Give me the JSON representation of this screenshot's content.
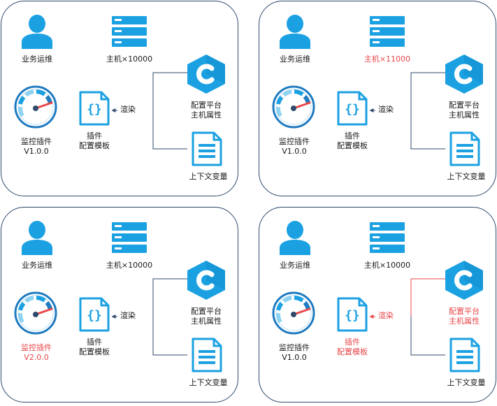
{
  "colors": {
    "blue": "#1ba1e2",
    "light_blue": "#8fd3f3",
    "dark_blue": "#1f7ac0",
    "red": "#e8474a",
    "line": "#2f4a6b",
    "border": "#2f4a6b"
  },
  "icons": {
    "user": "user-icon",
    "server": "server-icon",
    "gauge": "gauge-icon",
    "template": "code-braces-file-icon",
    "platform": "c-hexagon-icon",
    "document": "document-icon"
  },
  "panels": [
    {
      "ops_label": "业务运维",
      "host_label": "主机×10000",
      "host_highlight": false,
      "plugin_label": "监控插件",
      "plugin_version": "V1.0.0",
      "plugin_highlight": false,
      "template_label_1": "插件",
      "template_label_2": "配置模板",
      "template_highlight": false,
      "render_label": "渲染",
      "render_highlight": false,
      "platform_label_1": "配置平台",
      "platform_label_2": "主机属性",
      "platform_highlight": false,
      "context_label": "上下文变量"
    },
    {
      "ops_label": "业务运维",
      "host_label": "主机×11000",
      "host_highlight": true,
      "plugin_label": "监控插件",
      "plugin_version": "V1.0.0",
      "plugin_highlight": false,
      "template_label_1": "插件",
      "template_label_2": "配置模板",
      "template_highlight": false,
      "render_label": "渲染",
      "render_highlight": false,
      "platform_label_1": "配置平台",
      "platform_label_2": "主机属性",
      "platform_highlight": false,
      "context_label": "上下文变量"
    },
    {
      "ops_label": "业务运维",
      "host_label": "主机×10000",
      "host_highlight": false,
      "plugin_label": "监控插件",
      "plugin_version": "V2.0.0",
      "plugin_highlight": true,
      "template_label_1": "插件",
      "template_label_2": "配置模板",
      "template_highlight": false,
      "render_label": "渲染",
      "render_highlight": false,
      "platform_label_1": "配置平台",
      "platform_label_2": "主机属性",
      "platform_highlight": false,
      "context_label": "上下文变量"
    },
    {
      "ops_label": "业务运维",
      "host_label": "主机×10000",
      "host_highlight": false,
      "plugin_label": "监控插件",
      "plugin_version": "V1.0.0",
      "plugin_highlight": false,
      "template_label_1": "插件",
      "template_label_2": "配置模板",
      "template_highlight": true,
      "render_label": "渲染",
      "render_highlight": true,
      "platform_label_1": "配置平台",
      "platform_label_2": "主机属性",
      "platform_highlight": true,
      "context_label": "上下文变量"
    }
  ]
}
